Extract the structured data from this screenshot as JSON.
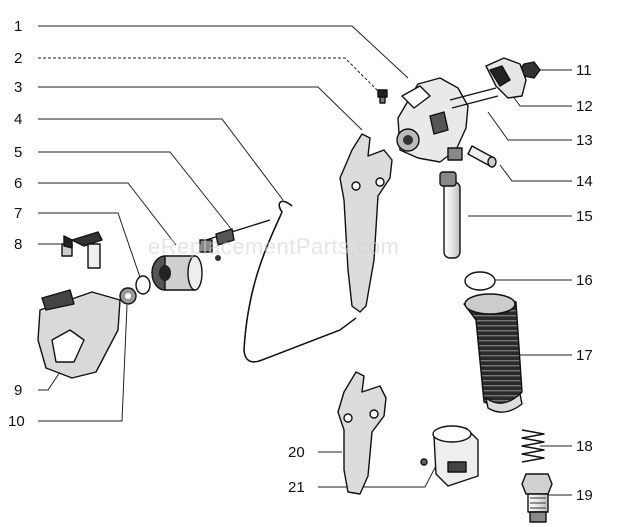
{
  "watermark": "eReplacementParts.com",
  "callouts": [
    {
      "id": "1",
      "label": "1"
    },
    {
      "id": "2",
      "label": "2"
    },
    {
      "id": "3",
      "label": "3"
    },
    {
      "id": "4",
      "label": "4"
    },
    {
      "id": "5",
      "label": "5"
    },
    {
      "id": "6",
      "label": "6"
    },
    {
      "id": "7",
      "label": "7"
    },
    {
      "id": "8",
      "label": "8"
    },
    {
      "id": "9",
      "label": "9"
    },
    {
      "id": "10",
      "label": "10"
    },
    {
      "id": "11",
      "label": "11"
    },
    {
      "id": "12",
      "label": "12"
    },
    {
      "id": "13",
      "label": "13"
    },
    {
      "id": "14",
      "label": "14"
    },
    {
      "id": "15",
      "label": "15"
    },
    {
      "id": "16",
      "label": "16"
    },
    {
      "id": "17",
      "label": "17"
    },
    {
      "id": "18",
      "label": "18"
    },
    {
      "id": "19",
      "label": "19"
    },
    {
      "id": "20",
      "label": "20"
    },
    {
      "id": "21",
      "label": "21"
    }
  ]
}
